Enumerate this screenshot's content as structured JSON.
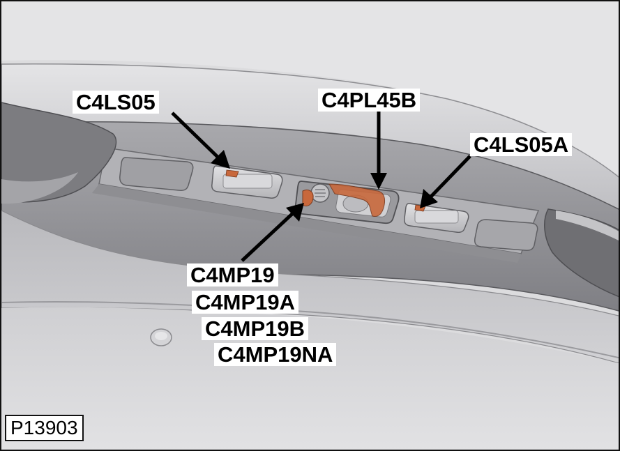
{
  "figure_id": "P13903",
  "labels": {
    "c4ls05": "C4LS05",
    "c4pl45b": "C4PL45B",
    "c4ls05a": "C4LS05A",
    "c4mp19": "C4MP19",
    "c4mp19a": "C4MP19A",
    "c4mp19b": "C4MP19B",
    "c4mp19na": "C4MP19NA"
  },
  "colors": {
    "background": "#ffffff",
    "body_light": "#c9c9cc",
    "body_mid": "#a3a3a7",
    "body_dark": "#6e6e72",
    "connector": "#c8683c",
    "arrow": "#000000"
  }
}
